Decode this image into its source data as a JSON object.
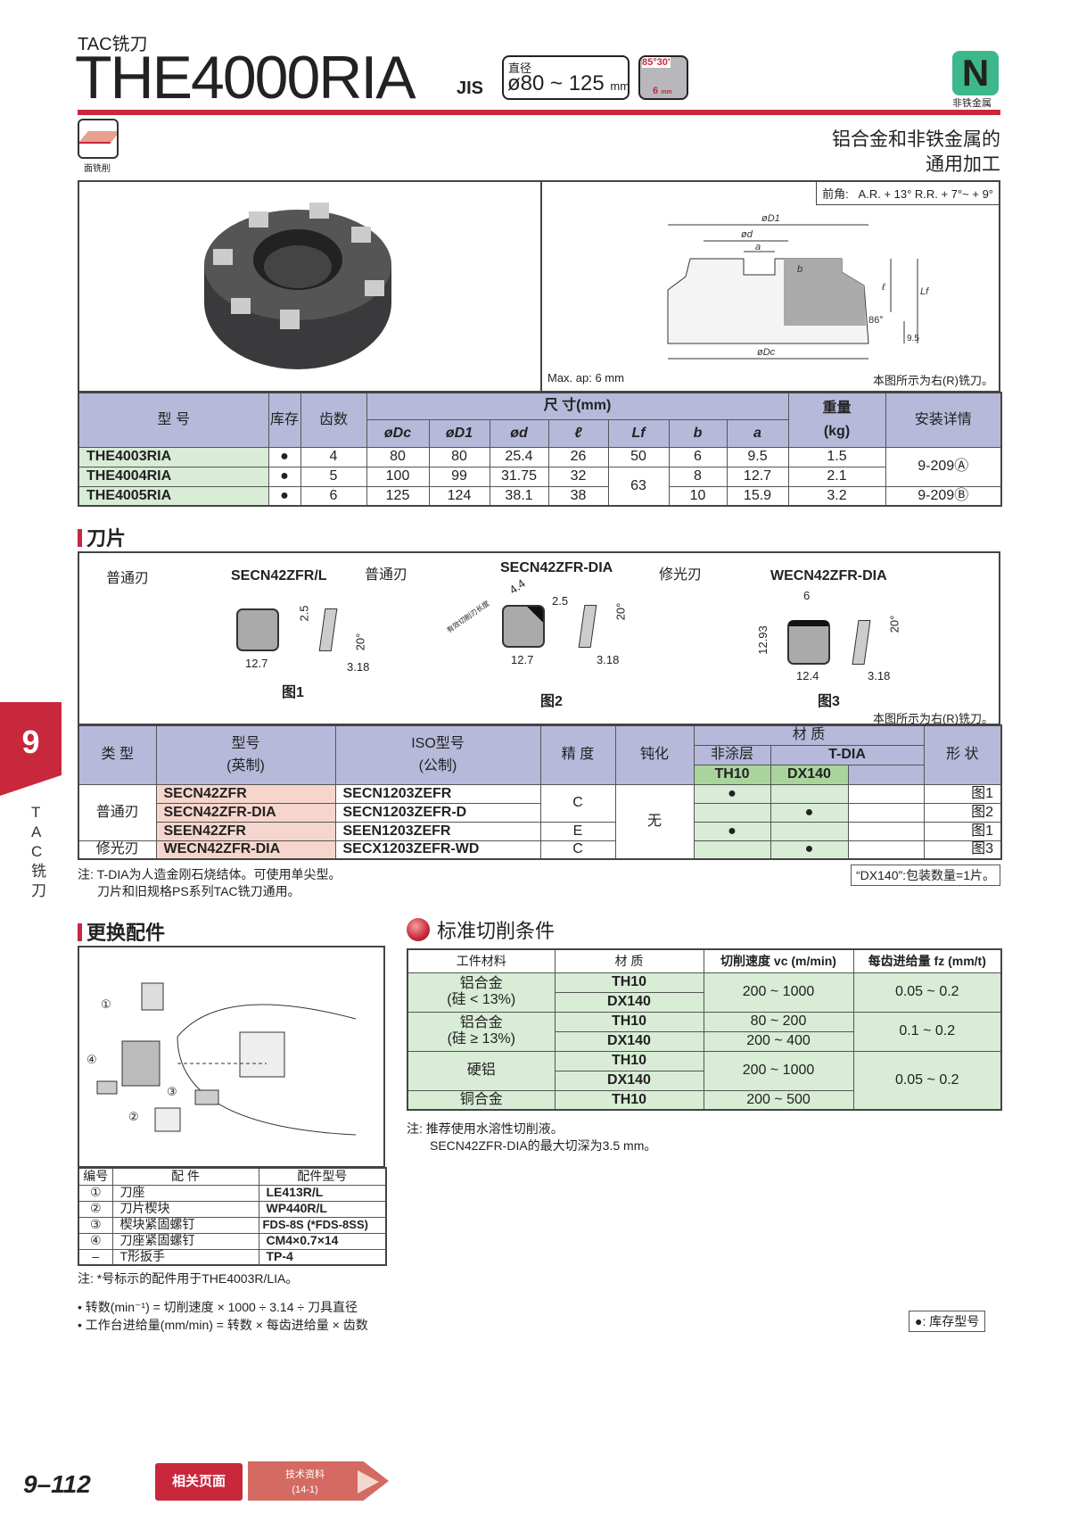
{
  "header": {
    "series": "TAC铣刀",
    "title": "THE4000RIA",
    "standard": "JIS",
    "diameter_label": "直径",
    "diameter_range": "ø80 ~ 125",
    "diameter_unit": "mm",
    "angle": "85°30'",
    "max_depth": "6",
    "max_depth_unit": "mm",
    "material_code": "N",
    "material_label": "非铁金属",
    "material_color": "#3cb88a",
    "accent_color": "#c8283c",
    "operation_label": "面铣削",
    "application_line1": "铝合金和非铁金属的",
    "application_line2": "通用加工"
  },
  "drawing": {
    "rake_label": "前角:",
    "rake_value": "A.R. + 13° R.R. + 7°~ + 9°",
    "max_ap": "Max. ap: 6 mm",
    "note": "本图所示为右(R)铣刀。",
    "dims": {
      "D1": "øD1",
      "d": "ød",
      "a": "a",
      "b": "b",
      "l": "ℓ",
      "Lf": "Lf",
      "angle": "86°",
      "h": "9.5",
      "Dc": "øDc"
    }
  },
  "spec_table": {
    "headers": {
      "model": "型 号",
      "stock": "库存",
      "teeth": "齿数",
      "dims": "尺 寸(mm)",
      "Dc": "øDc",
      "D1": "øD1",
      "d": "ød",
      "l": "ℓ",
      "Lf": "Lf",
      "b": "b",
      "a": "a",
      "weight": "重量",
      "weight_unit": "(kg)",
      "mount": "安装详情"
    },
    "rows": [
      {
        "model": "THE4003RIA",
        "stock": "●",
        "teeth": "4",
        "Dc": "80",
        "D1": "80",
        "d": "25.4",
        "l": "26",
        "Lf": "50",
        "b": "6",
        "a": "9.5",
        "weight": "1.5",
        "mount": "9-209Ⓐ"
      },
      {
        "model": "THE4004RIA",
        "stock": "●",
        "teeth": "5",
        "Dc": "100",
        "D1": "99",
        "d": "31.75",
        "l": "32",
        "Lf": "63",
        "b": "8",
        "a": "12.7",
        "weight": "2.1"
      },
      {
        "model": "THE4005RIA",
        "stock": "●",
        "teeth": "6",
        "Dc": "125",
        "D1": "124",
        "d": "38.1",
        "l": "38",
        "b": "10",
        "a": "15.9",
        "weight": "3.2",
        "mount": "9-209Ⓑ"
      }
    ]
  },
  "inserts": {
    "heading": "刀片",
    "figs": [
      {
        "type": "普通刃",
        "model": "SECN42ZFR/L",
        "fig": "图1",
        "w": "12.7",
        "t": "2.5",
        "angle": "20°",
        "h": "3.18"
      },
      {
        "type": "普通刃",
        "model": "SECN42ZFR-DIA",
        "fig": "图2",
        "w": "12.7",
        "t": "2.5",
        "angle": "20°",
        "h": "3.18",
        "edge_label": "有效切削刃长度",
        "edge": "4.4"
      },
      {
        "type": "修光刃",
        "model": "WECN42ZFR-DIA",
        "fig": "图3",
        "w": "12.4",
        "t": "6",
        "side": "12.93",
        "angle": "20°",
        "h": "3.18"
      }
    ],
    "note": "本图所示为右(R)铣刀。",
    "table": {
      "headers": {
        "type": "类 型",
        "model": "型号",
        "model_sub": "(英制)",
        "iso": "ISO型号",
        "iso_sub": "(公制)",
        "precision": "精 度",
        "hone": "钝化",
        "material": "材 质",
        "uncoated": "非涂层",
        "tdia": "T-DIA",
        "th10": "TH10",
        "dx140": "DX140",
        "shape": "形 状"
      },
      "type_normal": "普通刃",
      "type_wiper": "修光刃",
      "hone_value": "无",
      "rows": [
        {
          "model": "SECN42ZFR",
          "iso": "SECN1203ZEFR",
          "precision": "C",
          "th10": "●",
          "dx140": "",
          "shape": "图1"
        },
        {
          "model": "SECN42ZFR-DIA",
          "iso": "SECN1203ZEFR-D",
          "dx140": "●",
          "th10": "",
          "shape": "图2"
        },
        {
          "model": "SEEN42ZFR",
          "iso": "SEEN1203ZEFR",
          "precision": "E",
          "th10": "●",
          "dx140": "",
          "shape": "图1"
        },
        {
          "model": "WECN42ZFR-DIA",
          "iso": "SECX1203ZEFR-WD",
          "precision": "C",
          "th10": "",
          "dx140": "●",
          "shape": "图3"
        }
      ]
    },
    "note1": "注: T-DIA为人造金刚石烧结体。可使用单尖型。",
    "note2": "刀片和旧规格PS系列TAC铣刀通用。",
    "pack_note": "“DX140”:包装数量=1片。"
  },
  "parts": {
    "heading": "更换配件",
    "headers": {
      "no": "编号",
      "part": "配 件",
      "model": "配件型号"
    },
    "rows": [
      {
        "no": "①",
        "part": "刀座",
        "model": "LE413R/L"
      },
      {
        "no": "②",
        "part": "刀片楔块",
        "model": "WP440R/L"
      },
      {
        "no": "③",
        "part": "楔块紧固螺钉",
        "model": "FDS-8S (*FDS-8SS)"
      },
      {
        "no": "④",
        "part": "刀座紧固螺钉",
        "model": "CM4×0.7×14"
      },
      {
        "no": "–",
        "part": "T形扳手",
        "model": "TP-4"
      }
    ],
    "callouts": [
      "①",
      "②",
      "③",
      "④"
    ],
    "note": "注: *号标示的配件用于THE4003R/LIA。"
  },
  "cutting": {
    "heading": "标准切削条件",
    "headers": {
      "work": "工件材料",
      "grade": "材 质",
      "speed": "切削速度 vc (m/min)",
      "feed": "每齿进给量 fz (mm/t)"
    },
    "groups": [
      {
        "work1": "铝合金",
        "work2": "(硅 < 13%)",
        "grades": [
          "TH10",
          "DX140"
        ],
        "speed": "200 ~ 1000",
        "feed": "0.05 ~ 0.2"
      },
      {
        "work1": "铝合金",
        "work2": "(硅 ≥ 13%)",
        "grades": [
          "TH10",
          "DX140"
        ],
        "speeds": [
          "80 ~ 200",
          "200 ~ 400"
        ],
        "feed": "0.1 ~ 0.2"
      },
      {
        "work1": "硬铝",
        "grades": [
          "TH10",
          "DX140"
        ],
        "speed": "200 ~ 1000",
        "feed": "0.05 ~ 0.2"
      },
      {
        "work1": "铜合金",
        "grades": [
          "TH10"
        ],
        "speed": "200 ~ 500"
      }
    ],
    "note1": "注: 推荐使用水溶性切削液。",
    "note2": "SECN42ZFR-DIA的最大切深为3.5 mm。"
  },
  "formulas": [
    "• 转数(min⁻¹) = 切削速度 × 1000 ÷ 3.14 ÷ 刀具直径",
    "• 工作台进给量(mm/min) = 转数 × 每齿进给量 × 齿数"
  ],
  "legend": "●: 库存型号",
  "side_tab": {
    "number": "9",
    "label": "TAC铣刀"
  },
  "footer": {
    "page": "9–112",
    "related": "相关页面",
    "tech_line1": "技术资料",
    "tech_line2": "(14-1)"
  }
}
